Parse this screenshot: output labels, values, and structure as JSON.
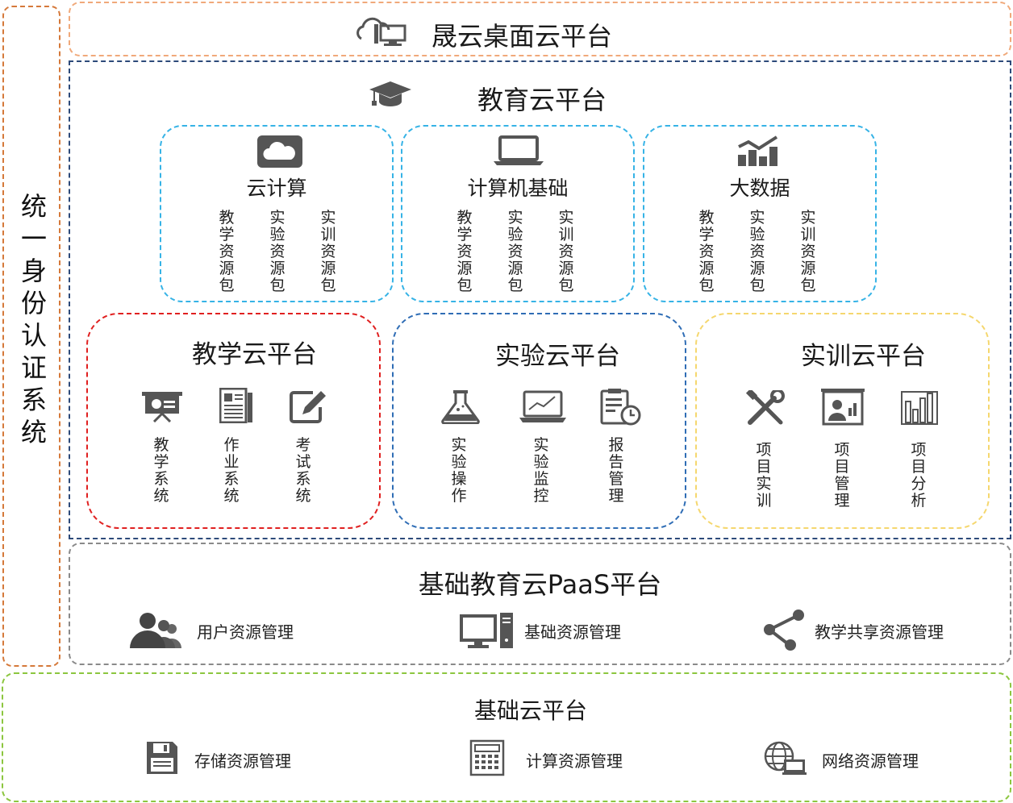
{
  "identity": {
    "label": "统一身份认证系统"
  },
  "desktop": {
    "title": "晟云桌面云平台",
    "icon": "cloud-desktop-icon"
  },
  "edu": {
    "title": "教育云平台",
    "icon": "graduation-cap-icon",
    "modules": [
      {
        "title": "云计算",
        "icon": "cloud-icon",
        "items": [
          "教学资源包",
          "实验资源包",
          "实训资源包"
        ]
      },
      {
        "title": "计算机基础",
        "icon": "laptop-icon",
        "items": [
          "教学资源包",
          "实验资源包",
          "实训资源包"
        ]
      },
      {
        "title": "大数据",
        "icon": "bar-chart-icon",
        "items": [
          "教学资源包",
          "实验资源包",
          "实训资源包"
        ]
      }
    ],
    "platforms": [
      {
        "title": "教学云平台",
        "items": [
          {
            "label": "教学系统",
            "icon": "presentation-icon"
          },
          {
            "label": "作业系统",
            "icon": "document-icon"
          },
          {
            "label": "考试系统",
            "icon": "edit-icon"
          }
        ]
      },
      {
        "title": "实验云平台",
        "items": [
          {
            "label": "实验操作",
            "icon": "flask-icon"
          },
          {
            "label": "实验监控",
            "icon": "monitor-chart-icon"
          },
          {
            "label": "报告管理",
            "icon": "clipboard-clock-icon"
          }
        ]
      },
      {
        "title": "实训云平台",
        "items": [
          {
            "label": "项目实训",
            "icon": "tools-icon"
          },
          {
            "label": "项目管理",
            "icon": "manager-board-icon"
          },
          {
            "label": "项目分析",
            "icon": "analysis-bars-icon"
          }
        ]
      }
    ]
  },
  "paas": {
    "title": "基础教育云PaaS平台",
    "items": [
      {
        "label": "用户资源管理",
        "icon": "users-icon"
      },
      {
        "label": "基础资源管理",
        "icon": "desktop-computer-icon"
      },
      {
        "label": "教学共享资源管理",
        "icon": "share-icon"
      }
    ]
  },
  "base": {
    "title": "基础云平台",
    "items": [
      {
        "label": "存储资源管理",
        "icon": "floppy-disk-icon"
      },
      {
        "label": "计算资源管理",
        "icon": "calculator-icon"
      },
      {
        "label": "网络资源管理",
        "icon": "network-globe-icon"
      }
    ]
  },
  "colors": {
    "identity_border": "#d5793a",
    "desktop_border": "#f0a97a",
    "edu_border": "#2d4a7a",
    "module_border": "#36b3e6",
    "teaching_border": "#e02020",
    "lab_border": "#2f6db5",
    "training_border": "#f5d76e",
    "paas_border": "#8a8a8a",
    "base_border": "#8cc63f",
    "icon_gray": "#555555"
  }
}
